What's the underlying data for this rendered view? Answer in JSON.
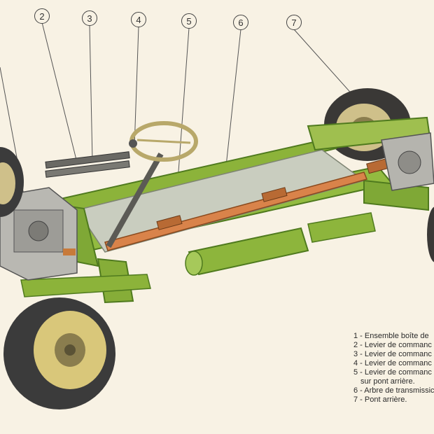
{
  "callouts": {
    "c2": "2",
    "c3": "3",
    "c4": "4",
    "c5": "5",
    "c6": "6",
    "c7": "7"
  },
  "legend": [
    "1 - Ensemble boîte de",
    "2 - Levier de commanc",
    "3 - Levier de commanc",
    "4 - Levier de commanc",
    "5 - Levier de commanc",
    "sur pont arrière.",
    "6 - Arbre de transmissic",
    "7 - Pont arrière."
  ],
  "colors": {
    "paper": "#f8f2e4",
    "frame_green": "#8cb33a",
    "frame_dark": "#4f7a1e",
    "shaft_orange": "#c8743a",
    "tire": "#3b3b3b",
    "hub_yellow": "#d9c77a"
  }
}
